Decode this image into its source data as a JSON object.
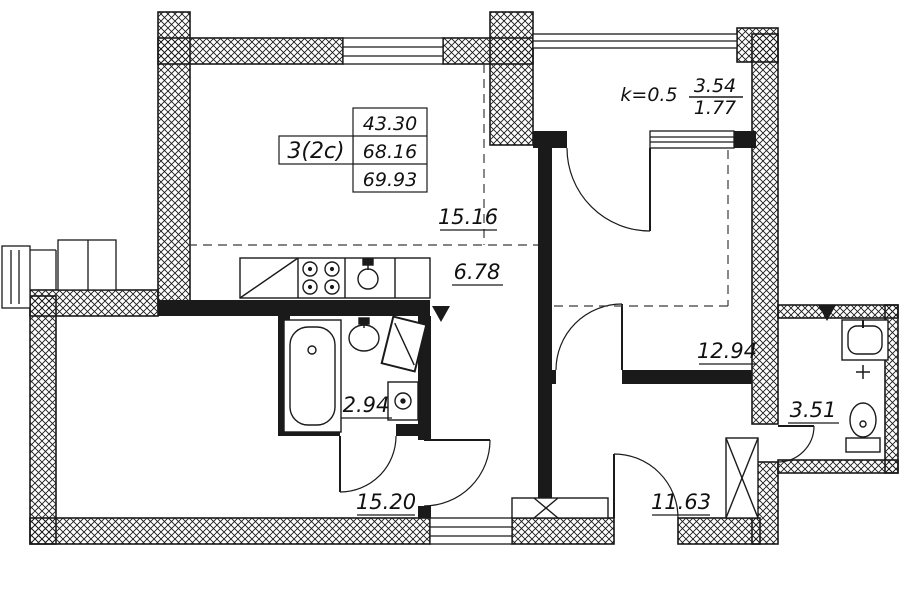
{
  "title_block": {
    "designation": "3(2c)",
    "living_area": "43.30",
    "apartment_area": "68.16",
    "total_area": "69.93"
  },
  "balcony": {
    "coefficient": "k=0.5",
    "area_full": "3.54",
    "area_reduced": "1.77"
  },
  "rooms": {
    "living_room": "15.16",
    "kitchen_zone": "6.78",
    "bedroom": "12.94",
    "bathroom": "2.94",
    "wc": "3.51",
    "room_left": "15.20",
    "hall": "11.63"
  },
  "colors": {
    "wall": "#1a1a1a",
    "background": "#ffffff"
  }
}
